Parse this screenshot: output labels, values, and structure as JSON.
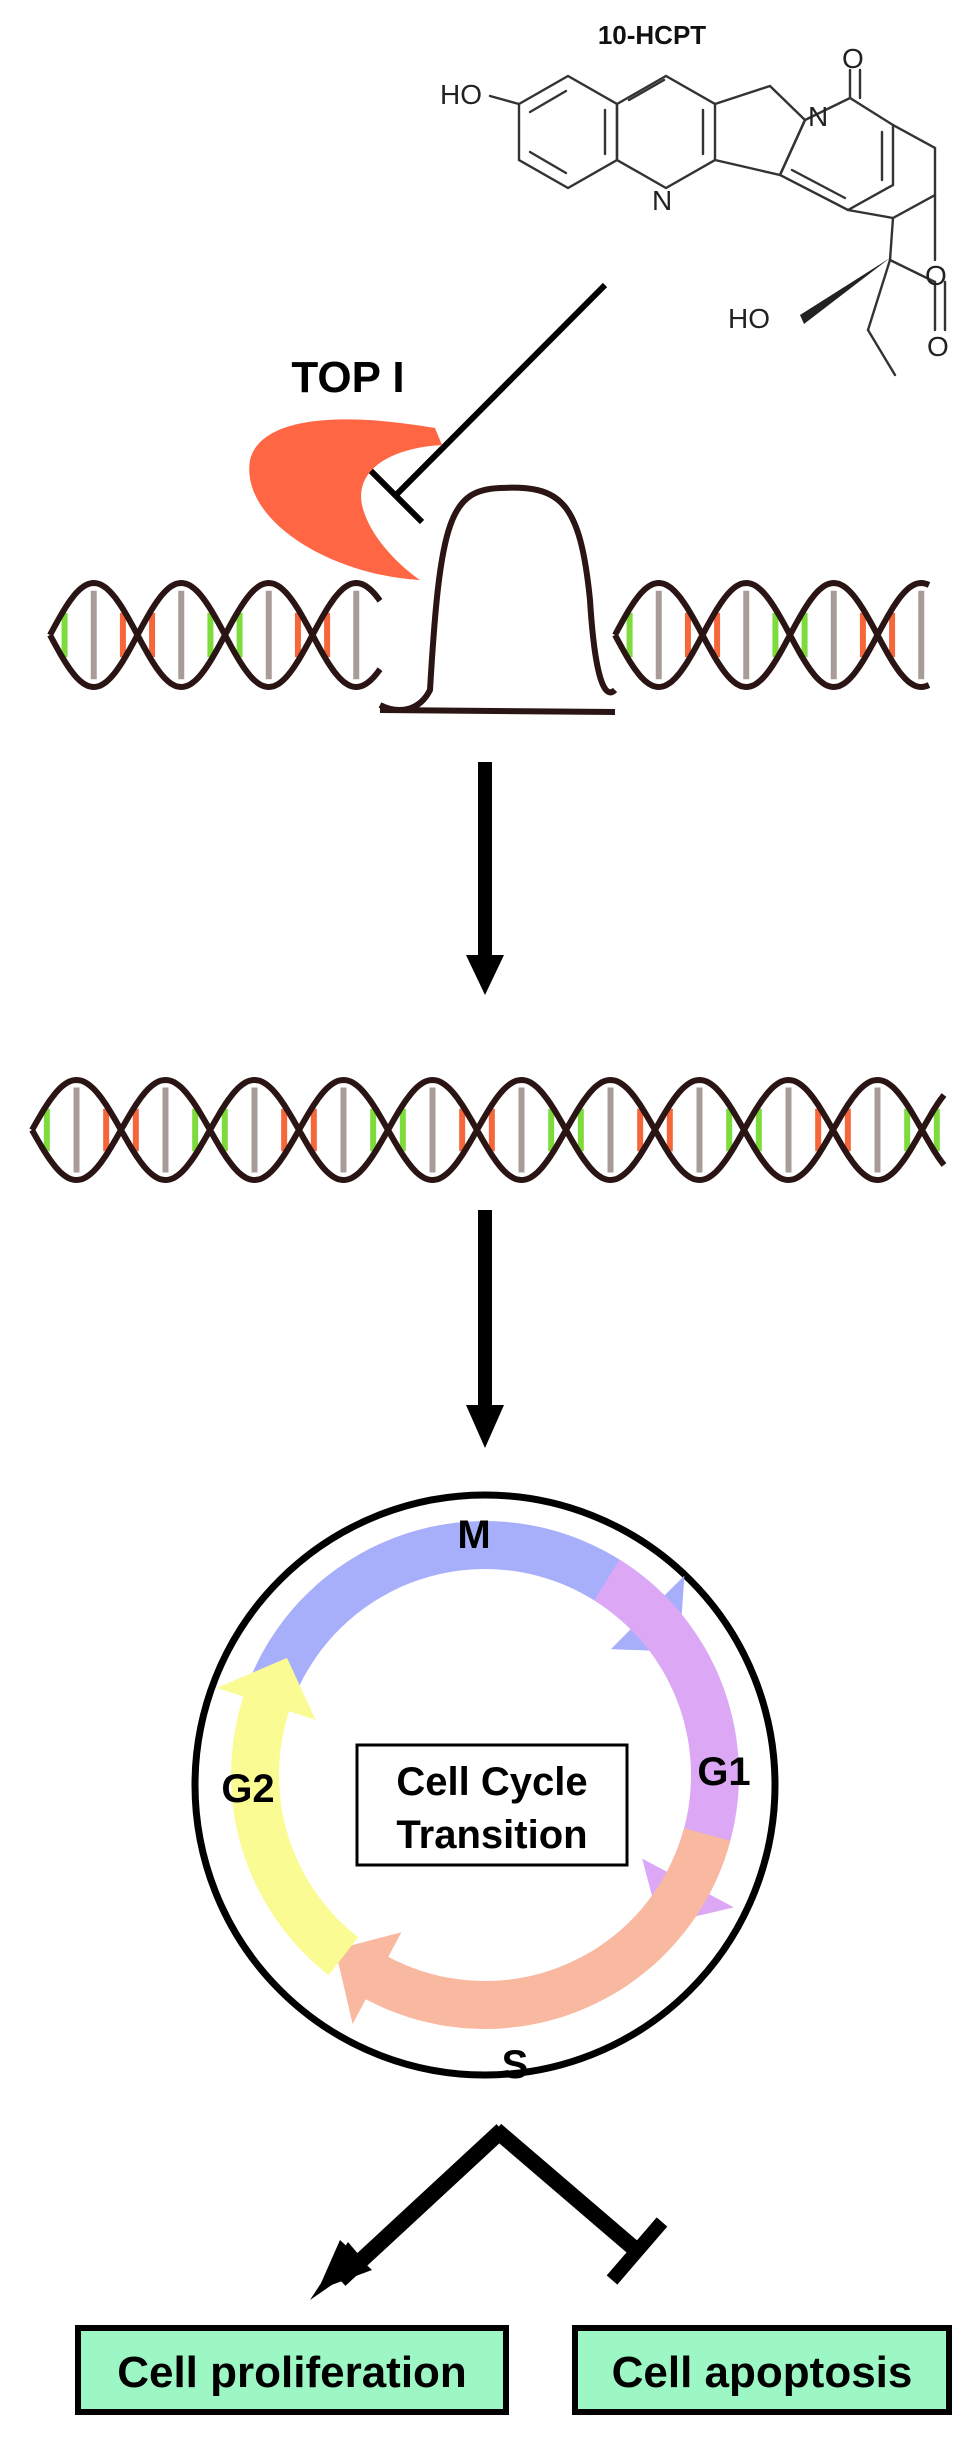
{
  "drug": {
    "name": "10-HCPT",
    "atoms": {
      "oh_left": "HO",
      "oh_right": "HO",
      "n_ring": "N",
      "n_lactam": "N",
      "o_ketone": "O",
      "o_ring": "O",
      "o_lactone": "O"
    }
  },
  "enzyme": {
    "label": "TOP I",
    "color": "#ff6644"
  },
  "cell_cycle": {
    "center_label_line1": "Cell Cycle",
    "center_label_line2": "Transition",
    "phases": [
      {
        "label": "M",
        "color": "#a7aefa"
      },
      {
        "label": "G1",
        "color": "#dca8f6"
      },
      {
        "label": "S",
        "color": "#f9b9a0"
      },
      {
        "label": "G2",
        "color": "#fbfb94"
      }
    ]
  },
  "outcomes": {
    "proliferation": "Cell proliferation",
    "apoptosis": "Cell apoptosis",
    "box_color": "#9cf7c5"
  },
  "dna_colors": {
    "strand": "#2a1414",
    "base_green": "#7ddc3c",
    "base_red": "#f5673a",
    "base_gray": "#a89c98"
  }
}
